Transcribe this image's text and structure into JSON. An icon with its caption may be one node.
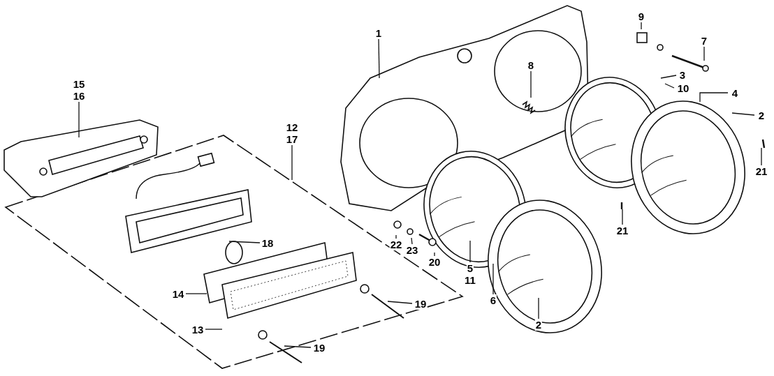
{
  "diagram": {
    "nodes": [
      {
        "text": [
          "15",
          "16"
        ]
      },
      {
        "text": [
          "12",
          "17"
        ]
      },
      {
        "text": [
          "18"
        ]
      },
      {
        "text": [
          "14"
        ]
      },
      {
        "text": [
          "13"
        ]
      },
      {
        "text": [
          "19"
        ]
      },
      {
        "text": [
          "19"
        ]
      },
      {
        "text": [
          "1"
        ]
      },
      {
        "text": [
          "8"
        ]
      },
      {
        "text": [
          "9"
        ]
      },
      {
        "text": [
          "7"
        ]
      },
      {
        "text": [
          "3"
        ]
      },
      {
        "text": [
          "10"
        ]
      },
      {
        "text": [
          "4"
        ]
      },
      {
        "text": [
          "2"
        ]
      },
      {
        "text": [
          "21"
        ]
      },
      {
        "text": [
          "21"
        ]
      },
      {
        "text": [
          "22"
        ]
      },
      {
        "text": [
          "23"
        ]
      },
      {
        "text": [
          "20"
        ]
      },
      {
        "text": [
          "5",
          "11"
        ]
      },
      {
        "text": [
          "6"
        ]
      },
      {
        "text": [
          "2"
        ]
      }
    ],
    "edges": [
      {
        "from": 0,
        "to": null,
        "arrow": "none"
      },
      {
        "from": 1,
        "to": null,
        "arrow": "none"
      },
      {
        "from": 2,
        "to": null,
        "arrow": "none"
      },
      {
        "from": 3,
        "to": null,
        "arrow": "none"
      },
      {
        "from": 4,
        "to": null,
        "arrow": "none"
      },
      {
        "from": 5,
        "to": null,
        "arrow": "none"
      },
      {
        "from": 6,
        "to": null,
        "arrow": "none"
      },
      {
        "from": 7,
        "to": null,
        "arrow": "none"
      },
      {
        "from": 8,
        "to": null,
        "arrow": "none"
      },
      {
        "from": 9,
        "to": null,
        "arrow": "none"
      },
      {
        "from": 10,
        "to": null,
        "arrow": "none"
      },
      {
        "from": 11,
        "to": null,
        "arrow": "none"
      },
      {
        "from": 12,
        "to": null,
        "arrow": "none"
      },
      {
        "from": 13,
        "to": null,
        "arrow": "none"
      },
      {
        "from": 14,
        "to": null,
        "arrow": "none"
      },
      {
        "from": 15,
        "to": null,
        "arrow": "none"
      },
      {
        "from": 16,
        "to": null,
        "arrow": "none"
      },
      {
        "from": 17,
        "to": null,
        "arrow": "none"
      },
      {
        "from": 18,
        "to": null,
        "arrow": "none"
      },
      {
        "from": 19,
        "to": null,
        "arrow": "none"
      },
      {
        "from": 20,
        "to": null,
        "arrow": "none"
      },
      {
        "from": 21,
        "to": null,
        "arrow": "none"
      },
      {
        "from": 22,
        "to": null,
        "arrow": "none"
      }
    ]
  }
}
